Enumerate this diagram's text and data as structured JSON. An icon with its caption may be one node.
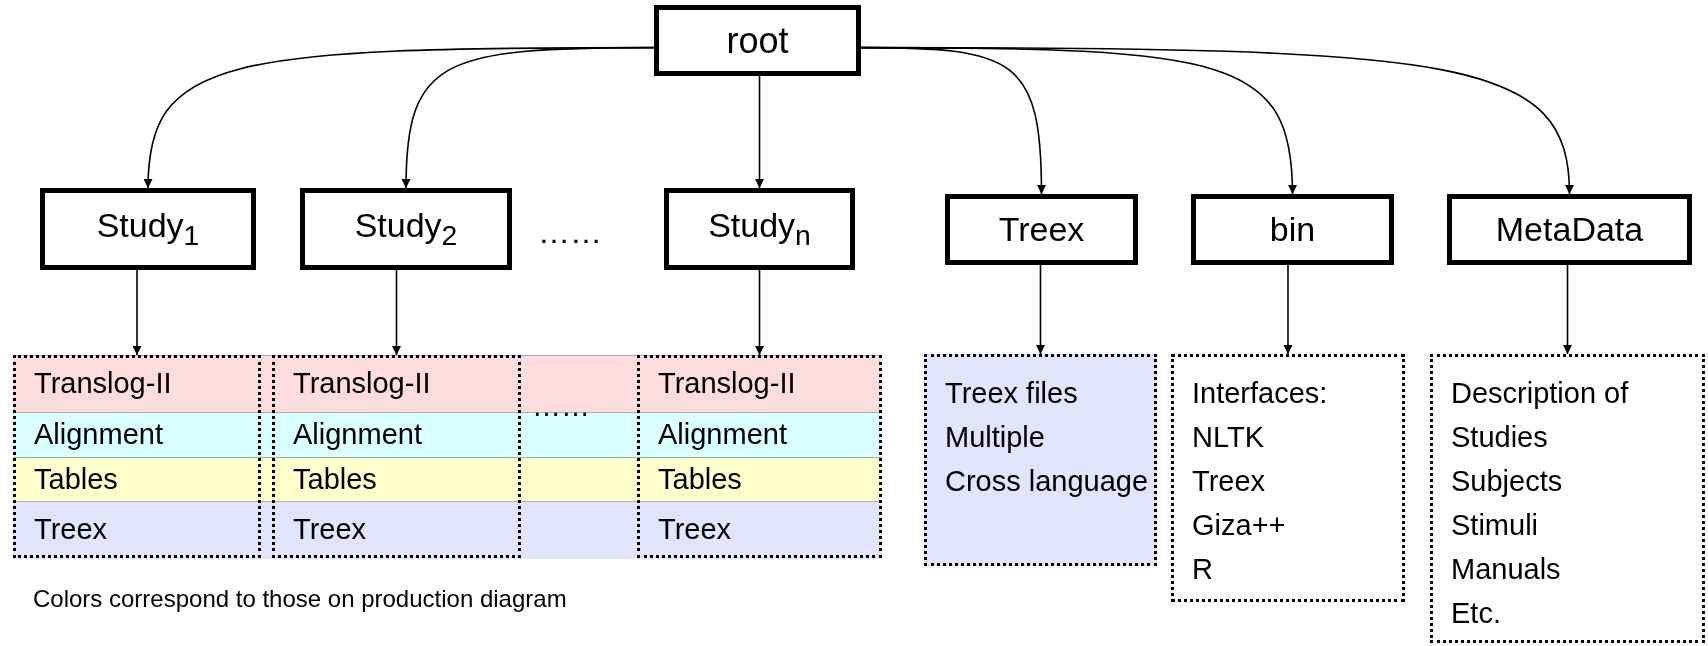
{
  "diagram": {
    "nodes": [
      {
        "text": [
          "root"
        ]
      },
      {
        "text": [
          "Study$_{1}$"
        ]
      },
      {
        "text": [
          "Study$_{2}$"
        ]
      },
      {
        "text": [
          "Study$_{n}$"
        ]
      },
      {
        "text": [
          "Treex"
        ]
      },
      {
        "text": [
          "bin"
        ]
      },
      {
        "text": [
          "MetaData"
        ]
      },
      {
        "text": [
          "Translog-II",
          "Alignment",
          "Tables",
          "Treex"
        ]
      },
      {
        "text": [
          "Translog-II",
          "Alignment",
          "Tables",
          "Treex"
        ]
      },
      {
        "text": [
          "Translog-II",
          "Alignment",
          "Tables",
          "Treex"
        ]
      },
      {
        "text": [
          "Treex files",
          "Multiple",
          "Cross language"
        ]
      },
      {
        "text": [
          "Interfaces:",
          "NLTK",
          "Treex",
          "Giza++",
          "R"
        ]
      },
      {
        "text": [
          "Description of",
          "Studies",
          "Subjects",
          "Stimuli",
          "Manuals",
          "Etc."
        ]
      }
    ],
    "edges": [
      {
        "from": 0,
        "to": 1,
        "arrow": "to"
      },
      {
        "from": 0,
        "to": 2,
        "arrow": "to"
      },
      {
        "from": 0,
        "to": 3,
        "arrow": "to"
      },
      {
        "from": 0,
        "to": 4,
        "arrow": "to"
      },
      {
        "from": 0,
        "to": 5,
        "arrow": "to"
      },
      {
        "from": 0,
        "to": 6,
        "arrow": "to"
      },
      {
        "from": 1,
        "to": 7,
        "arrow": "to"
      },
      {
        "from": 2,
        "to": 8,
        "arrow": "to"
      },
      {
        "from": 3,
        "to": 9,
        "arrow": "to"
      },
      {
        "from": 4,
        "to": 10,
        "arrow": "to"
      },
      {
        "from": 5,
        "to": 11,
        "arrow": "to"
      },
      {
        "from": 6,
        "to": 12,
        "arrow": "to"
      }
    ],
    "labels": [
      "……",
      "……",
      "Colors correspond to those on production diagram"
    ]
  }
}
